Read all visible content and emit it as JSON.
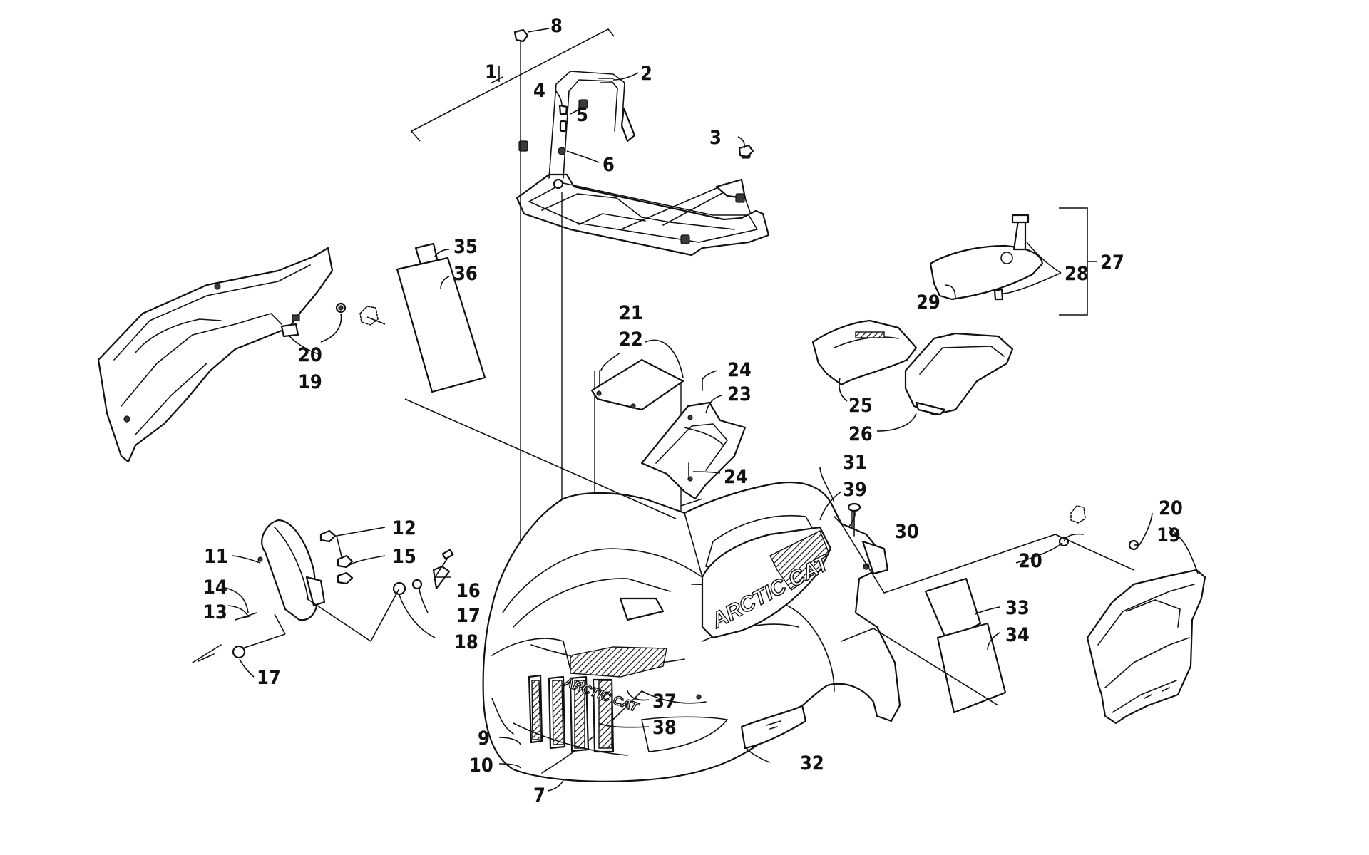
{
  "diagram": {
    "decal_text": "ARCTIC CAT",
    "callouts": [
      {
        "id": "c1",
        "label": "1"
      },
      {
        "id": "c2",
        "label": "2"
      },
      {
        "id": "c3",
        "label": "3"
      },
      {
        "id": "c4",
        "label": "4"
      },
      {
        "id": "c5",
        "label": "5"
      },
      {
        "id": "c6",
        "label": "6"
      },
      {
        "id": "c7",
        "label": "7"
      },
      {
        "id": "c8",
        "label": "8"
      },
      {
        "id": "c9",
        "label": "9"
      },
      {
        "id": "c10",
        "label": "10"
      },
      {
        "id": "c11",
        "label": "11"
      },
      {
        "id": "c12",
        "label": "12"
      },
      {
        "id": "c13",
        "label": "13"
      },
      {
        "id": "c14",
        "label": "14"
      },
      {
        "id": "c15",
        "label": "15"
      },
      {
        "id": "c16",
        "label": "16"
      },
      {
        "id": "c17a",
        "label": "17"
      },
      {
        "id": "c17b",
        "label": "17"
      },
      {
        "id": "c18",
        "label": "18"
      },
      {
        "id": "c19a",
        "label": "19"
      },
      {
        "id": "c19b",
        "label": "19"
      },
      {
        "id": "c20a",
        "label": "20"
      },
      {
        "id": "c20b",
        "label": "20"
      },
      {
        "id": "c20c",
        "label": "20"
      },
      {
        "id": "c21",
        "label": "21"
      },
      {
        "id": "c22",
        "label": "22"
      },
      {
        "id": "c23",
        "label": "23"
      },
      {
        "id": "c24a",
        "label": "24"
      },
      {
        "id": "c24b",
        "label": "24"
      },
      {
        "id": "c25",
        "label": "25"
      },
      {
        "id": "c26",
        "label": "26"
      },
      {
        "id": "c27",
        "label": "27"
      },
      {
        "id": "c28",
        "label": "28"
      },
      {
        "id": "c29",
        "label": "29"
      },
      {
        "id": "c30",
        "label": "30"
      },
      {
        "id": "c31",
        "label": "31"
      },
      {
        "id": "c32",
        "label": "32"
      },
      {
        "id": "c33",
        "label": "33"
      },
      {
        "id": "c34",
        "label": "34"
      },
      {
        "id": "c35",
        "label": "35"
      },
      {
        "id": "c36",
        "label": "36"
      },
      {
        "id": "c37",
        "label": "37"
      },
      {
        "id": "c38",
        "label": "38"
      },
      {
        "id": "c39",
        "label": "39"
      }
    ]
  }
}
